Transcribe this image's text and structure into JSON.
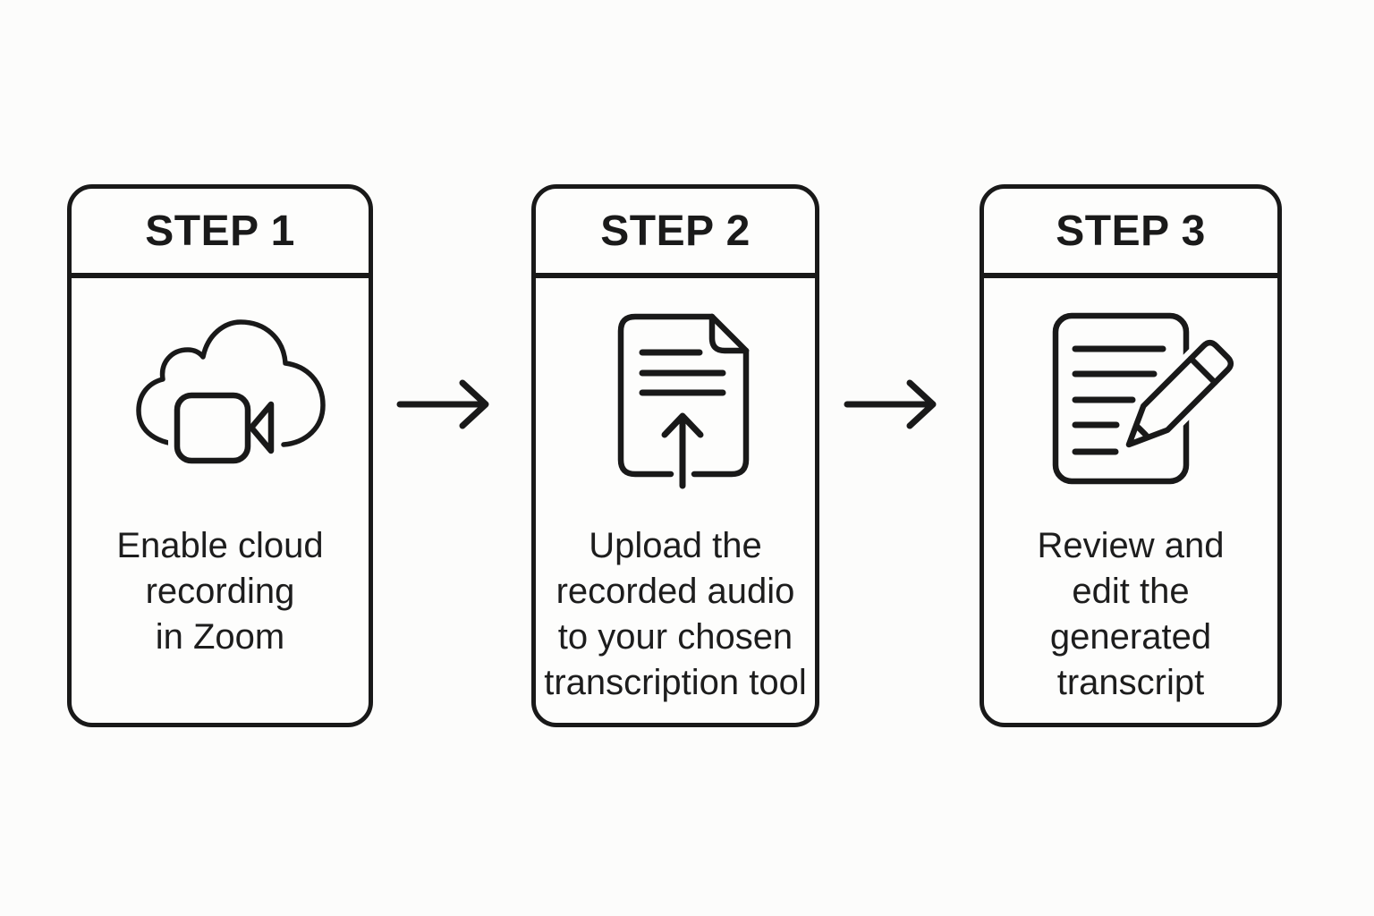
{
  "canvas": {
    "background_color": "#fcfcfb",
    "stroke_color": "#191919",
    "text_color": "#1d1d1d"
  },
  "steps": [
    {
      "label": "STEP 1",
      "icon": "cloud-video-recording-icon",
      "description": "Enable cloud\nrecording\nin Zoom"
    },
    {
      "label": "STEP 2",
      "icon": "document-upload-icon",
      "description": "Upload the\nrecorded audio\nto your chosen\ntranscription tool"
    },
    {
      "label": "STEP 3",
      "icon": "document-edit-icon",
      "description": "Review and\nedit the\ngenerated\ntranscript"
    }
  ],
  "arrows": [
    {
      "icon": "arrow-right-icon"
    },
    {
      "icon": "arrow-right-icon"
    }
  ]
}
